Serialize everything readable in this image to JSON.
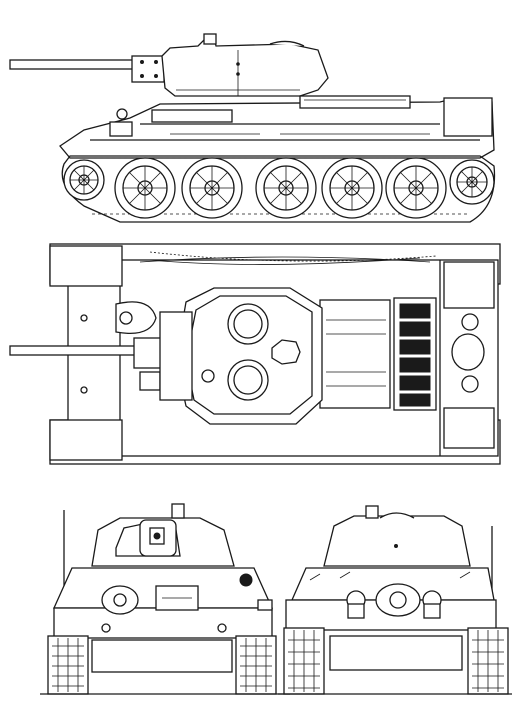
{
  "drawing": {
    "subject": "",
    "views": [
      {
        "id": "side",
        "wheels_per_side": 5,
        "sprocket": "rear"
      },
      {
        "id": "top"
      },
      {
        "id": "front"
      },
      {
        "id": "rear"
      }
    ],
    "colors": {
      "line": "#1a1a1a",
      "paper": "#ffffff",
      "shade": "#e8e8e8"
    }
  }
}
